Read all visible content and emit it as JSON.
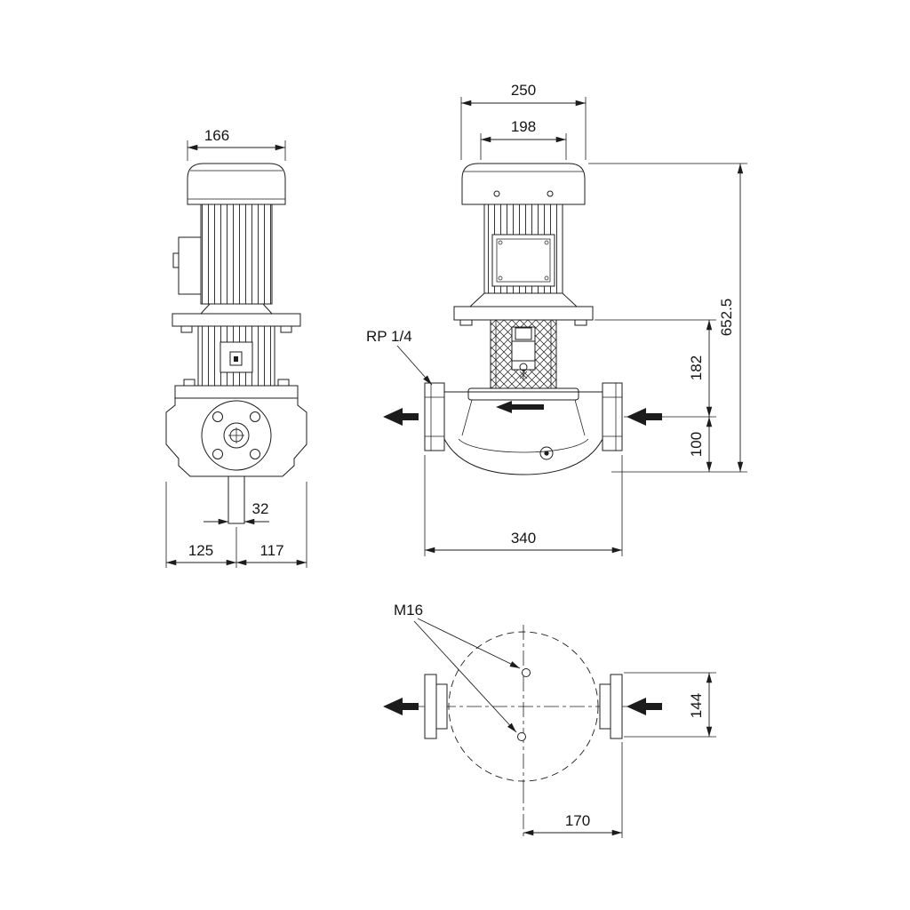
{
  "colors": {
    "line": "#1c1c1c",
    "background": "#ffffff",
    "text": "#141414"
  },
  "side_view": {
    "dim_motor_width": "166",
    "dim_outlet_bore": "32",
    "dim_base_left": "125",
    "dim_base_right": "117"
  },
  "front_view": {
    "dim_fan_cover_width": "250",
    "dim_motor_body_width": "198",
    "dim_total_height": "652.5",
    "dim_flange_to_port_axis": "182",
    "dim_port_axis_to_base": "100",
    "dim_port_to_port_width": "340",
    "gauge_tapping_label": "RP 1/4"
  },
  "plan_view": {
    "bolt_label": "M16",
    "dim_tapping_distance": "144",
    "dim_center_to_flange_face": "170"
  }
}
